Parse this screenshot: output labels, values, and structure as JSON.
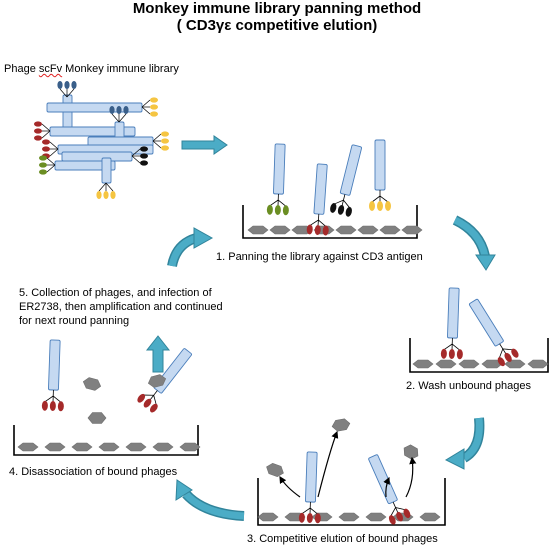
{
  "title": {
    "line1": "Monkey immune library panning method",
    "line2": "( CD3γε competitive elution)"
  },
  "library_label": {
    "word1": "Phage",
    "word2": "scFv",
    "word3": "Monkey immune library"
  },
  "steps": {
    "step1": "1. Panning the library against CD3 antigen",
    "step2": "2. Wash unbound phages",
    "step3": "3. Competitive elution of bound phages",
    "step4": "4. Disassociation of bound phages",
    "step5": [
      "5. Collection of phages, and infection of",
      "ER2738, then amplification and continued",
      "for next round panning"
    ]
  },
  "colors": {
    "phage_body": "#c5d9f1",
    "phage_outline": "#4a7ebb",
    "antigen": "#808080",
    "scfv_red": "#a52a2a",
    "scfv_green": "#6b8e23",
    "scfv_black": "#111111",
    "scfv_yellow": "#f5c542",
    "scfv_navy": "#3a5f8a",
    "arrow": "#4bacc6",
    "arrow_outline": "#31849b"
  },
  "icons": {
    "phage": "phage-icon",
    "antigen": "antigen-icon",
    "flow_arrow": "arrow-icon"
  }
}
